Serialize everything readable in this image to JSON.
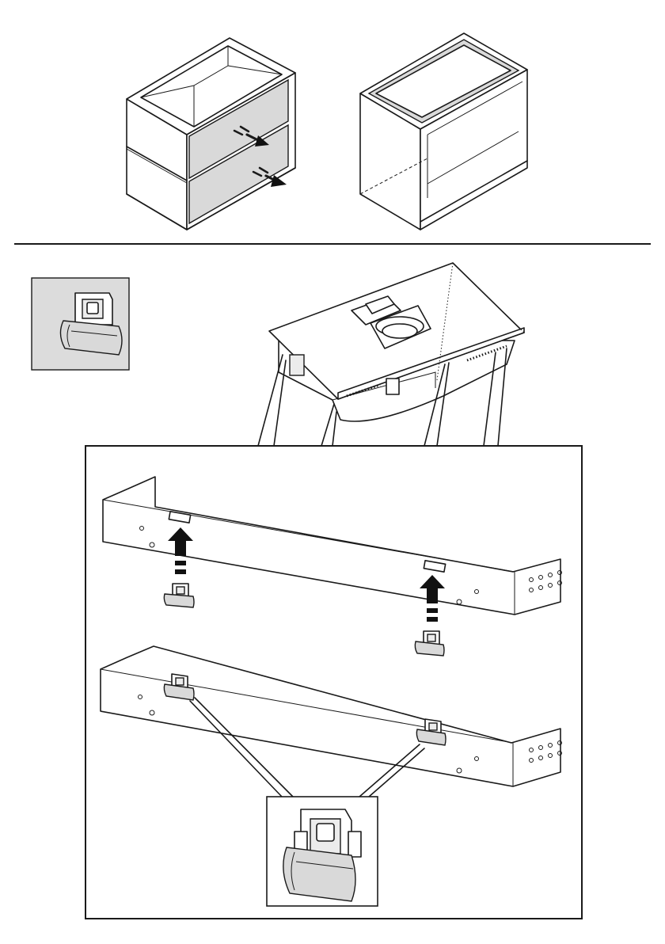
{
  "figure": {
    "colors": {
      "line": "#1a1a1a",
      "panel_fill": "#d9d9d9",
      "light_fill": "#ececec",
      "background": "#ffffff"
    },
    "steps": [
      {
        "id": "remove-drawers",
        "icon": "drawer-removal-arrows"
      },
      {
        "id": "empty-cabinet",
        "icon": "open-cabinet"
      },
      {
        "id": "attach-clips",
        "icon": "clip-insertion-arrows"
      }
    ]
  }
}
